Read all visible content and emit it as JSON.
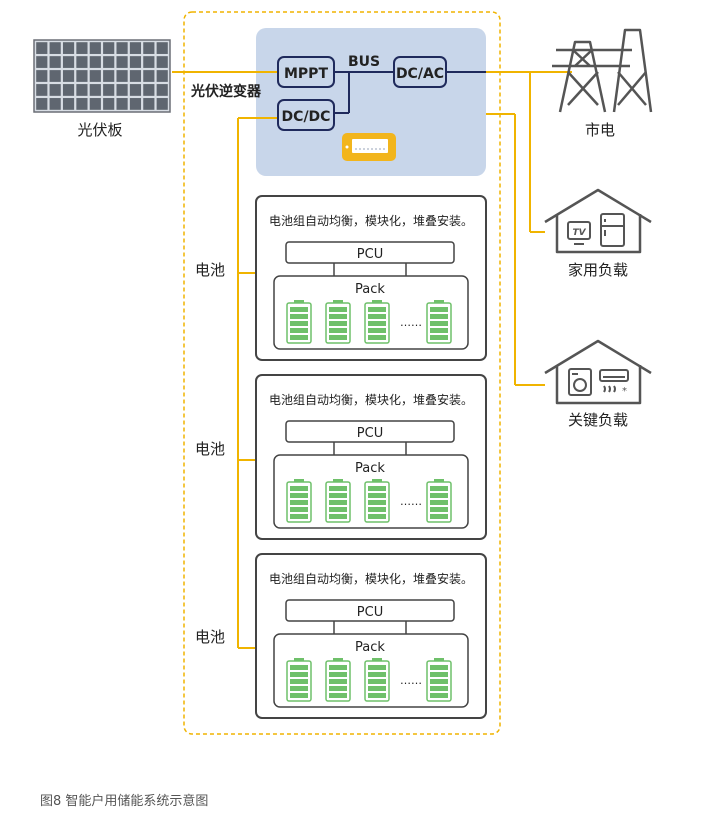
{
  "labels": {
    "pv_panel": "光伏板",
    "inverter": "光伏逆变器",
    "mppt": "MPPT",
    "bus": "BUS",
    "dcac": "DC/AC",
    "dcdc": "DC/DC",
    "grid": "市电",
    "home_load": "家用负载",
    "critical_load": "关键负载"
  },
  "tv_icon_text": "TV",
  "battery_modules": [
    {
      "side_label": "电池",
      "description": "电池组自动均衡，模块化，堆叠安装。",
      "pcu": "PCU",
      "pack": "Pack",
      "ellipsis": "……"
    },
    {
      "side_label": "电池",
      "description": "电池组自动均衡，模块化，堆叠安装。",
      "pcu": "PCU",
      "pack": "Pack",
      "ellipsis": "……"
    },
    {
      "side_label": "电池",
      "description": "电池组自动均衡，模块化，堆叠安装。",
      "pcu": "PCU",
      "pack": "Pack",
      "ellipsis": "……"
    }
  ],
  "caption": "图8 智能户用储能系统示意图",
  "colors": {
    "line": "#f0b400",
    "inverter_bg": "#c8d6ea",
    "navy": "#1f2a5c",
    "battery_green": "#6fc06a",
    "box_border": "#444444",
    "icon_gray": "#555555"
  },
  "icons": [
    "solar-panel-icon",
    "power-tower-icon",
    "house-icon",
    "tv-icon",
    "fridge-icon",
    "washer-icon",
    "air-conditioner-icon",
    "battery-icon",
    "display-icon"
  ]
}
